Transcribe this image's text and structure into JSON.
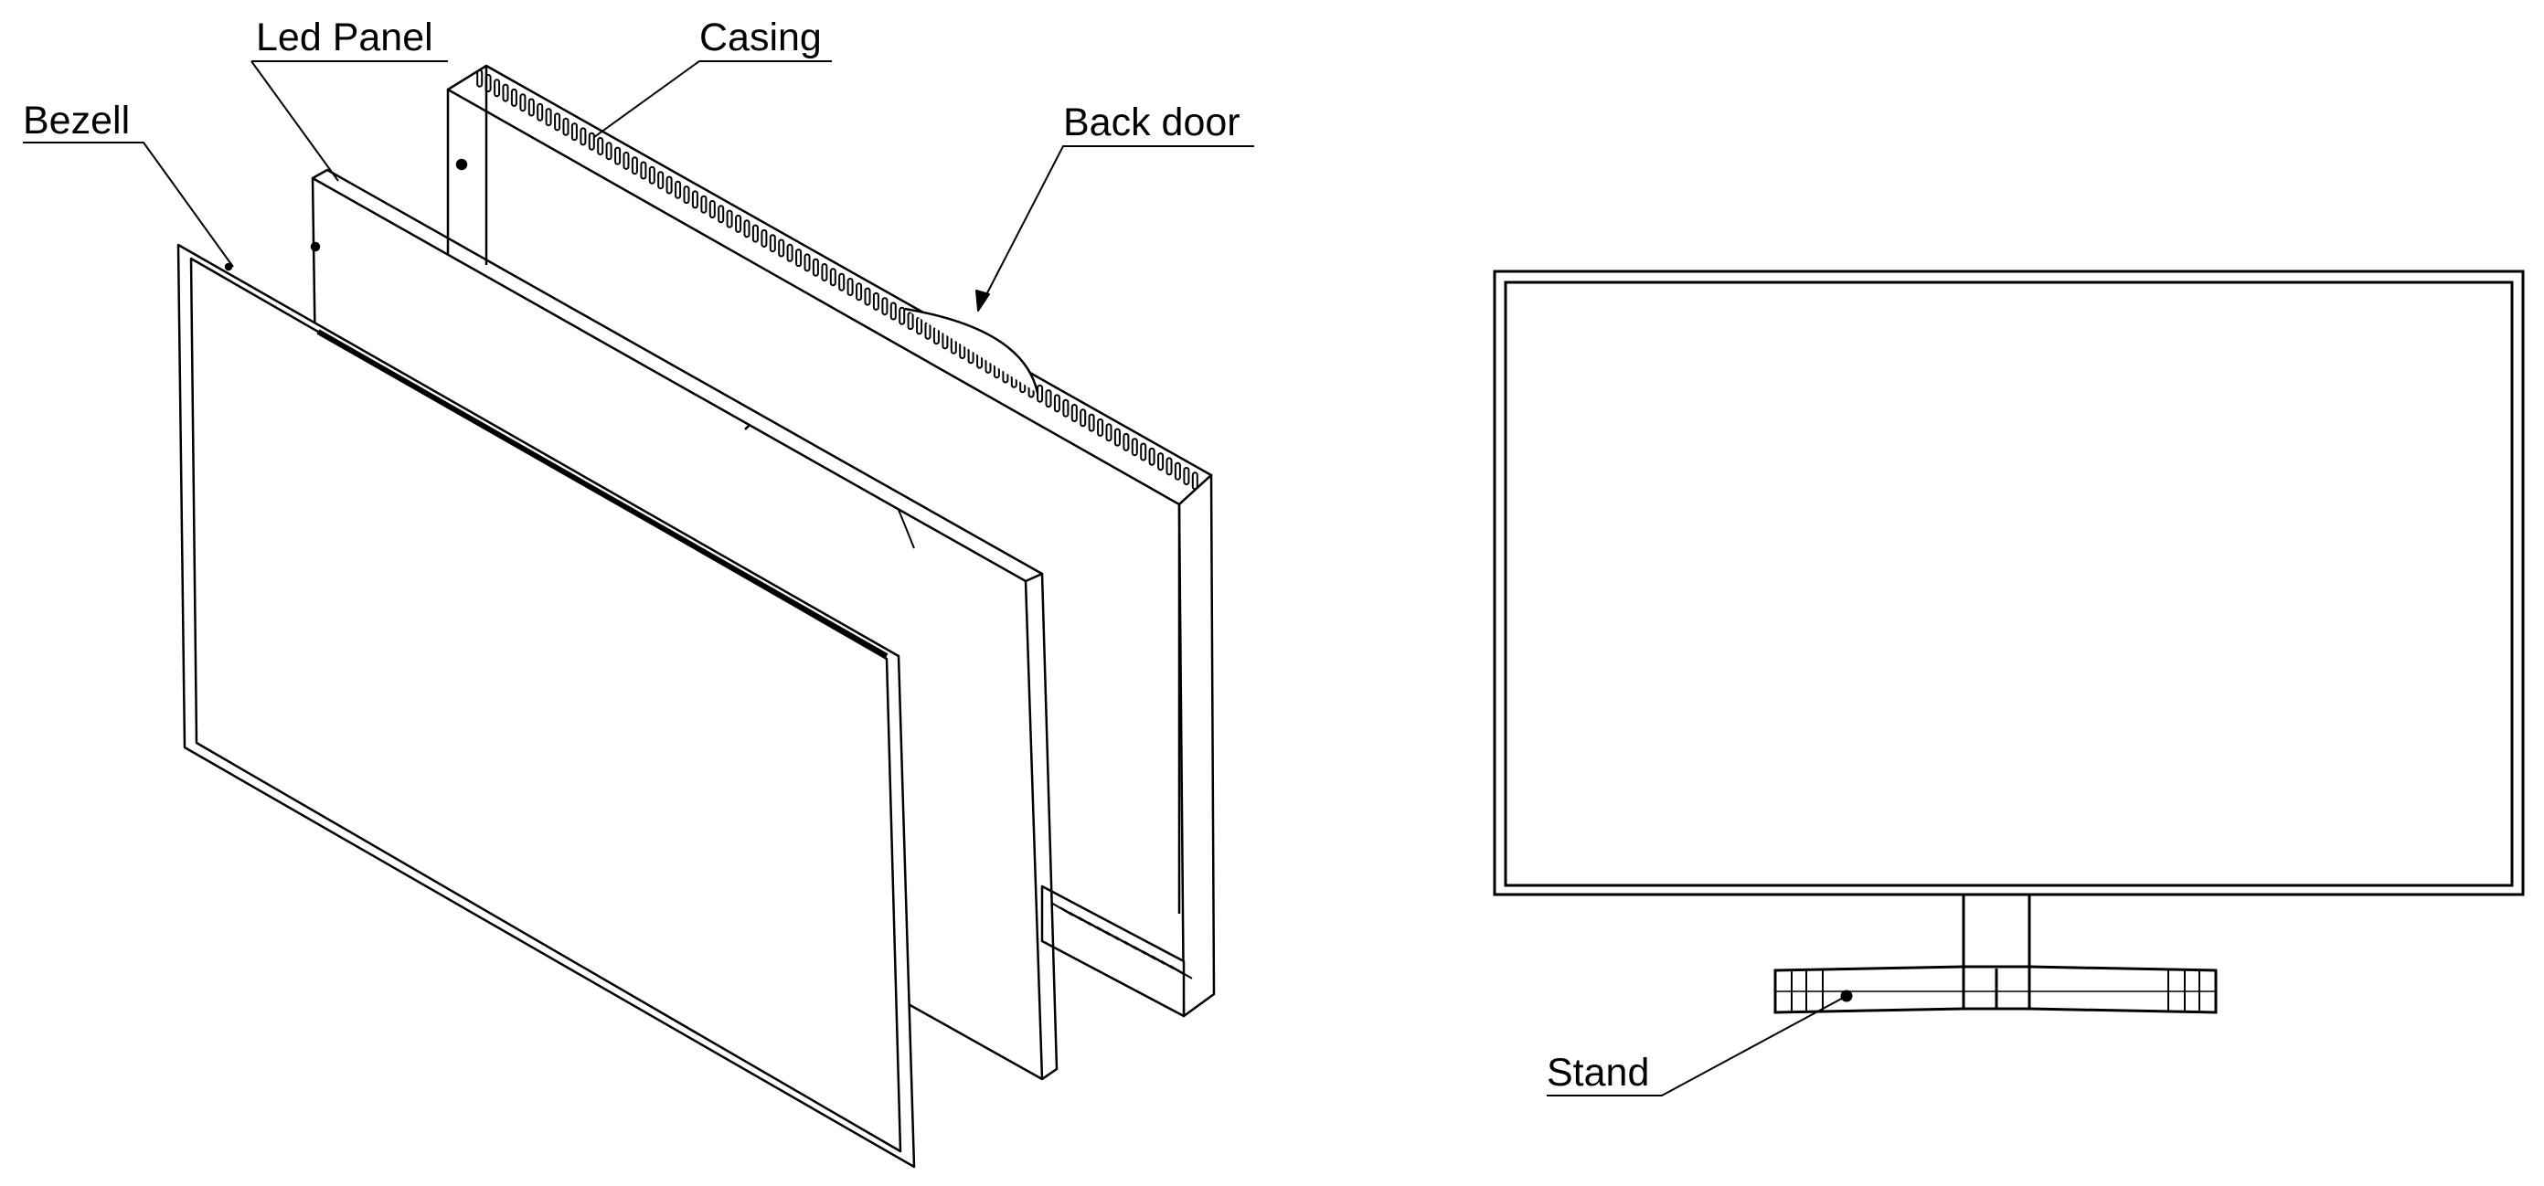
{
  "diagram": {
    "labels": {
      "led_panel": "Led Panel",
      "casing": "Casing",
      "bezell": "Bezell",
      "back_door": "Back door",
      "stand": "Stand"
    }
  },
  "colors": {
    "line": "#000000",
    "background": "#ffffff"
  }
}
